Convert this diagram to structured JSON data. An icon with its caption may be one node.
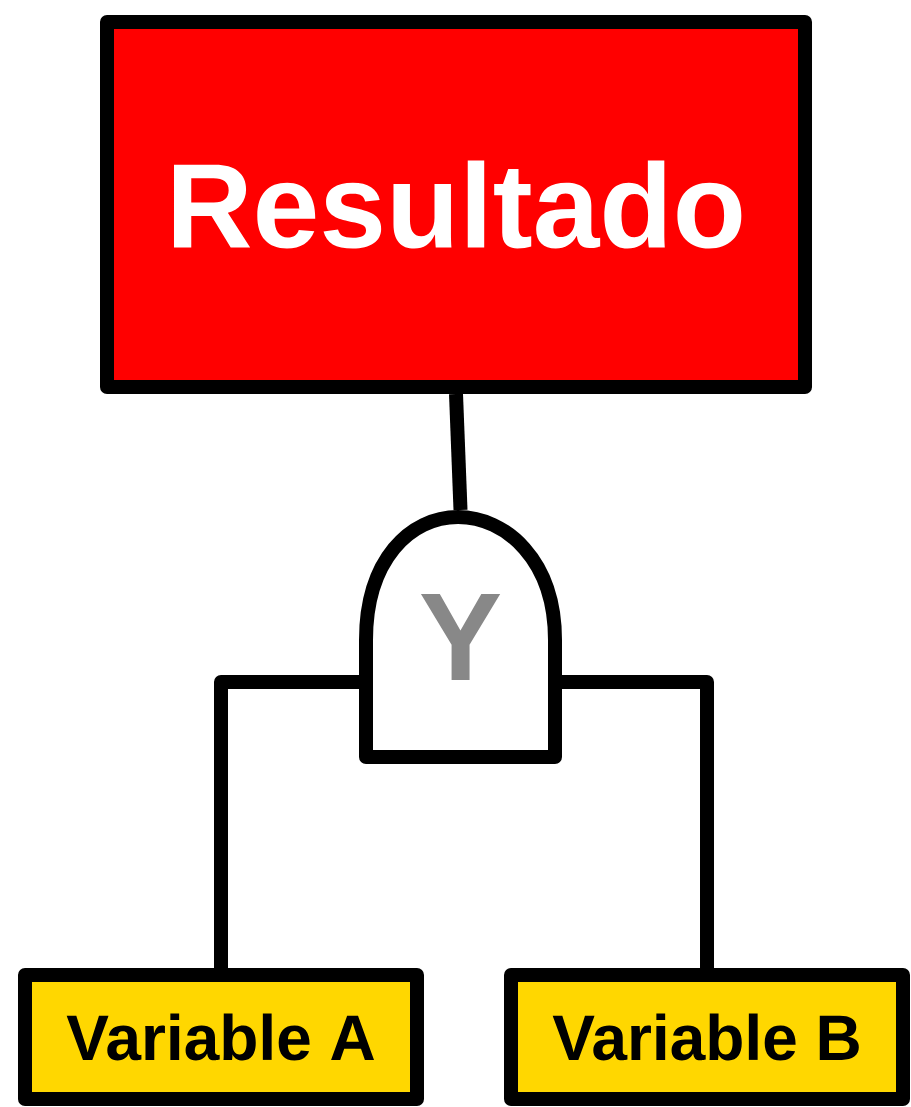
{
  "diagram": {
    "nodes": [
      {
        "text": [
          "Resultado"
        ]
      },
      {
        "text": [
          "Y"
        ]
      },
      {
        "text": [
          "Variable A"
        ]
      },
      {
        "text": [
          "Variable B"
        ]
      }
    ],
    "edges": [
      {
        "from": 1,
        "to": 0,
        "arrow": "none"
      },
      {
        "from": 2,
        "to": 1,
        "arrow": "none"
      },
      {
        "from": 3,
        "to": 1,
        "arrow": "none"
      }
    ]
  }
}
